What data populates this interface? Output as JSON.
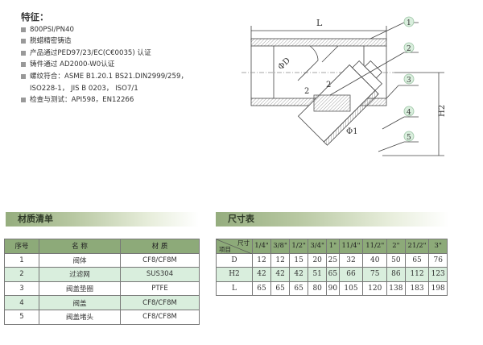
{
  "features": {
    "title": "特征：",
    "items": [
      "800PSI/PN40",
      "脱蜡精密铸造",
      "产品通过PED97/23/EC(C€0035) 认证",
      "铸件通过 AD2000-W0认证",
      "螺纹符合：ASME B1.20.1 BS21.DIN2999/259，",
      "检查与测试：API598，EN12266"
    ],
    "continuation": "ISO228-1， JIS B 0203， ISO7/1"
  },
  "drawing": {
    "dim_L": "L",
    "dim_D": "ΦD",
    "dim_H2": "H2",
    "dim_phi1": "Φ1",
    "mesh_a": "2",
    "mesh_b": "2",
    "callouts": [
      "1",
      "2",
      "3",
      "4",
      "5"
    ]
  },
  "materials": {
    "title": "材质清单",
    "headers": [
      "序号",
      "名 称",
      "材 质"
    ],
    "rows": [
      [
        "1",
        "阀体",
        "CF8/CF8M"
      ],
      [
        "2",
        "过滤网",
        "SUS304"
      ],
      [
        "3",
        "阀盖垫圈",
        "PTFE"
      ],
      [
        "4",
        "阀盖",
        "CF8/CF8M"
      ],
      [
        "5",
        "阀盖堵头",
        "CF8/CF8M"
      ]
    ]
  },
  "sizes": {
    "title": "尺寸表",
    "corner_top": "尺寸",
    "corner_bottom": "项目",
    "headers": [
      "1/4\"",
      "3/8\"",
      "1/2\"",
      "3/4\"",
      "1\"",
      "11/4\"",
      "11/2\"",
      "2\"",
      "21/2\"",
      "3\""
    ],
    "rows": [
      {
        "label": "D",
        "values": [
          "12",
          "12",
          "15",
          "20",
          "25",
          "32",
          "40",
          "50",
          "65",
          "76"
        ]
      },
      {
        "label": "H2",
        "values": [
          "42",
          "42",
          "42",
          "51",
          "65",
          "66",
          "75",
          "86",
          "112",
          "123"
        ]
      },
      {
        "label": "L",
        "values": [
          "65",
          "65",
          "65",
          "80",
          "90",
          "105",
          "120",
          "138",
          "183",
          "198"
        ]
      }
    ]
  }
}
